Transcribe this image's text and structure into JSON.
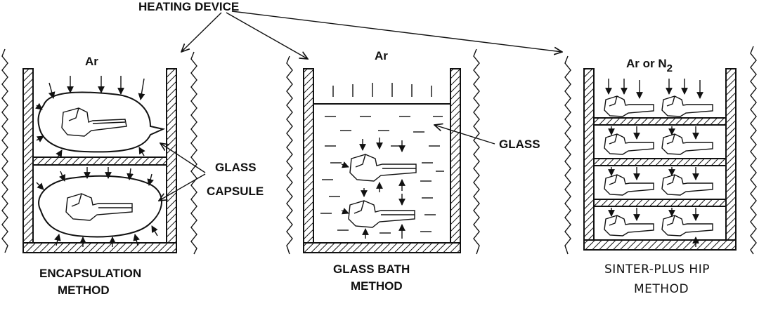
{
  "labels": {
    "heating_device": "HEATING DEVICE",
    "ar_1": "Ar",
    "ar_2": "Ar",
    "ar_or": "Ar  or  N",
    "n_sub": "2",
    "glass": "GLASS",
    "glass_capsule_1": "GLASS",
    "glass_capsule_2": "CAPSULE",
    "encap_1": "ENCAPSULATION",
    "encap_2": "METHOD",
    "bath_1": "GLASS BATH",
    "bath_2": "METHOD",
    "sinter_1": "SINTER-PLUS HIP",
    "sinter_2": "METHOD"
  }
}
